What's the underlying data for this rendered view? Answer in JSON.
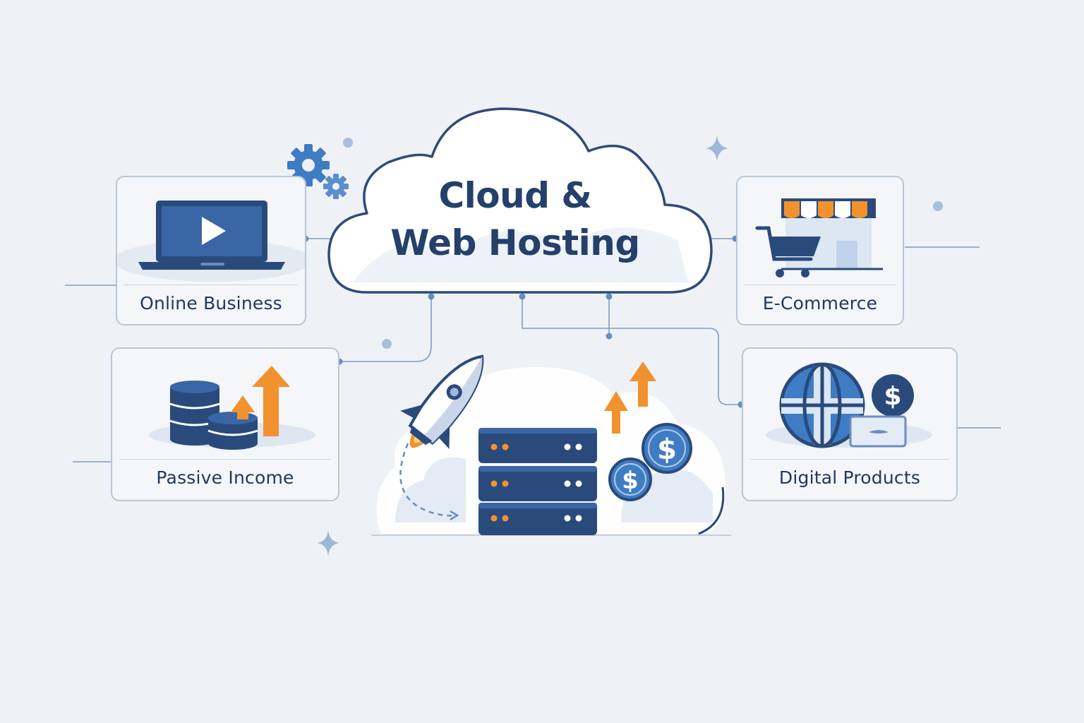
{
  "diagram": {
    "title_line1": "Cloud &",
    "title_line2": "Web Hosting"
  },
  "cards": {
    "online_business": {
      "label": "Online Business",
      "icon": "laptop-play-icon"
    },
    "ecommerce": {
      "label": "E-Commerce",
      "icon": "storefront-cart-icon"
    },
    "passive_income": {
      "label": "Passive Income",
      "icon": "coin-stack-arrow-icon"
    },
    "digital_products": {
      "label": "Digital Products",
      "icon": "globe-dollar-icon"
    }
  },
  "center_illustration": {
    "icons": [
      "rocket-icon",
      "server-rack-icon",
      "dollar-coin-icon",
      "growth-arrow-icon"
    ],
    "coin_symbol": "$"
  },
  "colors": {
    "navy": "#2a4a7c",
    "blue": "#3f7cc4",
    "orange": "#f1922e",
    "background": "#eef2f6",
    "border": "#b9c6d6"
  }
}
